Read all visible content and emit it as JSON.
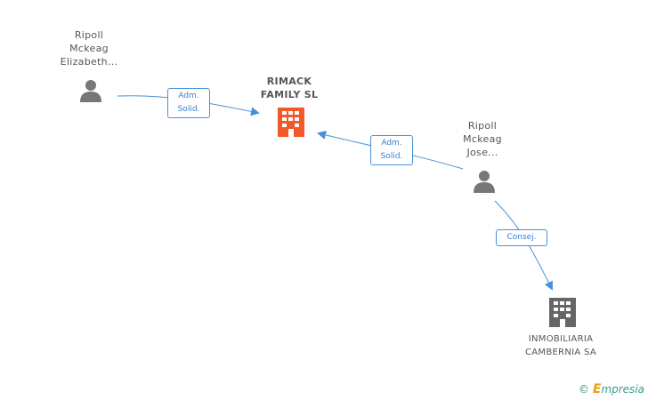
{
  "nodes": {
    "person1": {
      "label_lines": [
        "Ripoll",
        "Mckeag",
        "Elizabeth..."
      ]
    },
    "company_main": {
      "label_lines": [
        "RIMACK",
        "FAMILY SL"
      ],
      "color": "#f05a28"
    },
    "person2": {
      "label_lines": [
        "Ripoll",
        "Mckeag",
        "Jose..."
      ]
    },
    "company2": {
      "label_lines": [
        "INMOBILIARIA",
        "CAMBERNIA SA"
      ],
      "color": "#666666"
    }
  },
  "edges": {
    "e1": {
      "label_lines": [
        "Adm.",
        "Solid."
      ]
    },
    "e2": {
      "label_lines": [
        "Adm.",
        "Solid."
      ]
    },
    "e3": {
      "label_lines": [
        "Consej."
      ]
    }
  },
  "colors": {
    "edge": "#4a90d9",
    "person": "#777777"
  },
  "watermark": {
    "symbol": "©",
    "brand_initial": "E",
    "brand_rest": "mpresia"
  }
}
